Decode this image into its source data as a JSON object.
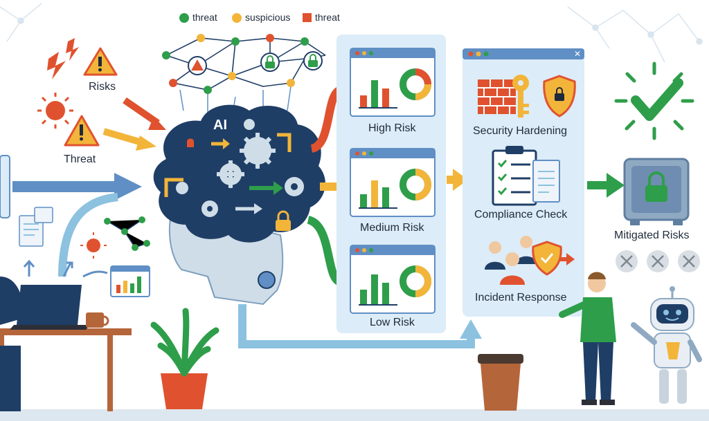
{
  "legend": {
    "items": [
      {
        "label": "threat",
        "color": "#2e9e4a"
      },
      {
        "label": "suspicious",
        "color": "#f2b53a"
      },
      {
        "label": "threat",
        "color": "#e0522f"
      }
    ]
  },
  "inputs": {
    "risks_label": "Risks",
    "threat_label": "Threat"
  },
  "brain": {
    "ai_label": "AI"
  },
  "risk_levels": [
    {
      "label": "High Risk",
      "color": "#e0522f"
    },
    {
      "label": "Medium Risk",
      "color": "#f2b53a"
    },
    {
      "label": "Low Risk",
      "color": "#2e9e4a"
    }
  ],
  "actions": [
    {
      "label": "Security Hardening"
    },
    {
      "label": "Compliance Check"
    },
    {
      "label": "Incident Response"
    }
  ],
  "outcome": {
    "label": "Mitigated Risks"
  },
  "colors": {
    "navy": "#1f3e66",
    "panel": "#dcecf8",
    "green": "#2e9e4a",
    "orange": "#e0522f",
    "yellow": "#f2b53a",
    "blue": "#5f8fc4",
    "lightblue": "#8cc2e0"
  }
}
